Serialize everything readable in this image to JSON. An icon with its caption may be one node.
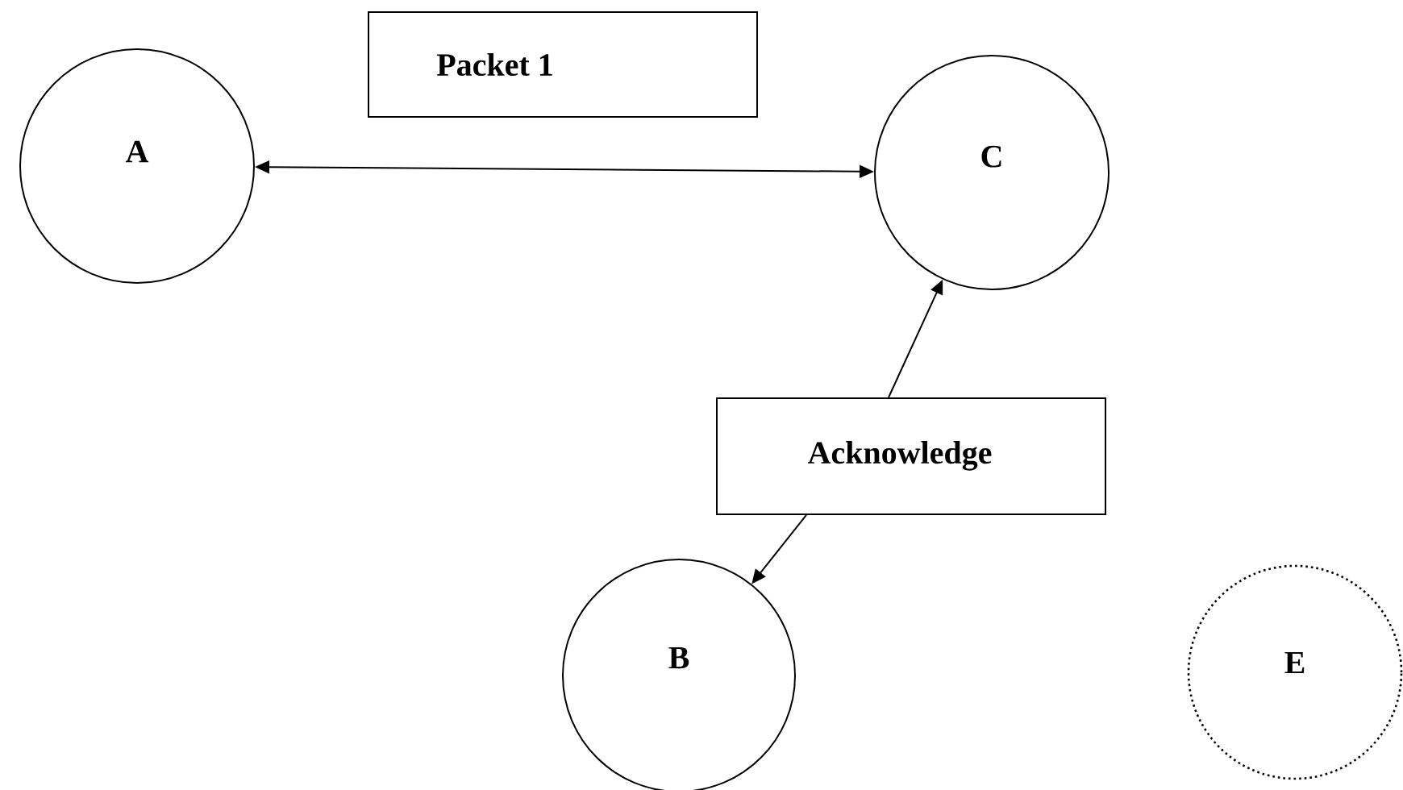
{
  "diagram": {
    "nodes": [
      {
        "text": [
          "Packet 1"
        ]
      },
      {
        "text": [
          "A"
        ]
      },
      {
        "text": [
          "C"
        ]
      },
      {
        "text": [
          "Acknowledge"
        ]
      },
      {
        "text": [
          "B"
        ]
      },
      {
        "text": [
          "E"
        ]
      }
    ],
    "edges": [
      {
        "from": 1,
        "to": 2,
        "arrow": "both"
      },
      {
        "from": 3,
        "to": 2,
        "arrow": "to"
      },
      {
        "from": 3,
        "to": 4,
        "arrow": "to"
      }
    ]
  }
}
